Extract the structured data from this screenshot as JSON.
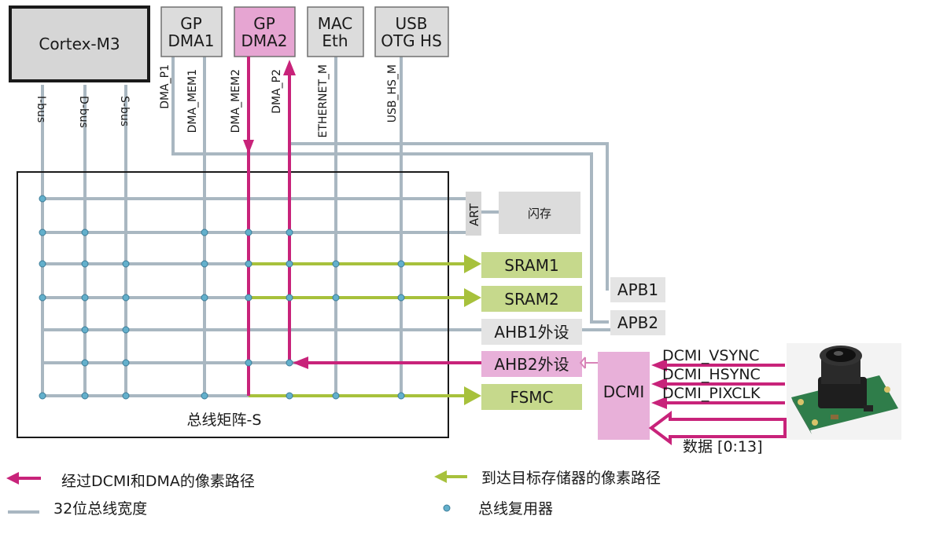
{
  "masters": {
    "cpu": "Cortex-M3",
    "dma1": [
      "GP",
      "DMA1"
    ],
    "dma2": [
      "GP",
      "DMA2"
    ],
    "mac": [
      "MAC",
      "Eth"
    ],
    "usb": [
      "USB",
      "OTG HS"
    ]
  },
  "bus_labels": {
    "ibus": "I-bus",
    "dbus": "D-bus",
    "sbus": "S-bus",
    "dma_p1": "DMA_P1",
    "dma_mem1": "DMA_MEM1",
    "dma_mem2": "DMA_MEM2",
    "dma_p2": "DMA_P2",
    "ethernet": "ETHERNET_M",
    "usb_hs": "USB_HS_M"
  },
  "matrix_label": "总线矩阵-S",
  "slaves": {
    "art": "ART",
    "flash": "闪存",
    "sram1": "SRAM1",
    "sram2": "SRAM2",
    "ahb1": "AHB1外设",
    "ahb2": "AHB2外设",
    "fsmc": "FSMC",
    "apb1": "APB1",
    "apb2": "APB2"
  },
  "dcmi": {
    "label": "DCMI",
    "vsync": "DCMI_VSYNC",
    "hsync": "DCMI_HSYNC",
    "pixclk": "DCMI_PIXCLK",
    "data": "数据 [0:13]"
  },
  "legend": {
    "magenta_path": "经过DCMI和DMA的像素路径",
    "green_path": "到达目标存储器的像素路径",
    "bus_width": "32位总线宽度",
    "mux": "总线复用器"
  },
  "colors": {
    "magenta": "#c8237a",
    "green": "#a7c13c",
    "bus": "#a9b7c1",
    "dma2_fill": "#e6a5d2",
    "gray_fill": "#d6d6d6",
    "green_fill": "#c6d98c",
    "pink_fill": "#e8b0d9",
    "mux_dot": "#63b0cc"
  }
}
